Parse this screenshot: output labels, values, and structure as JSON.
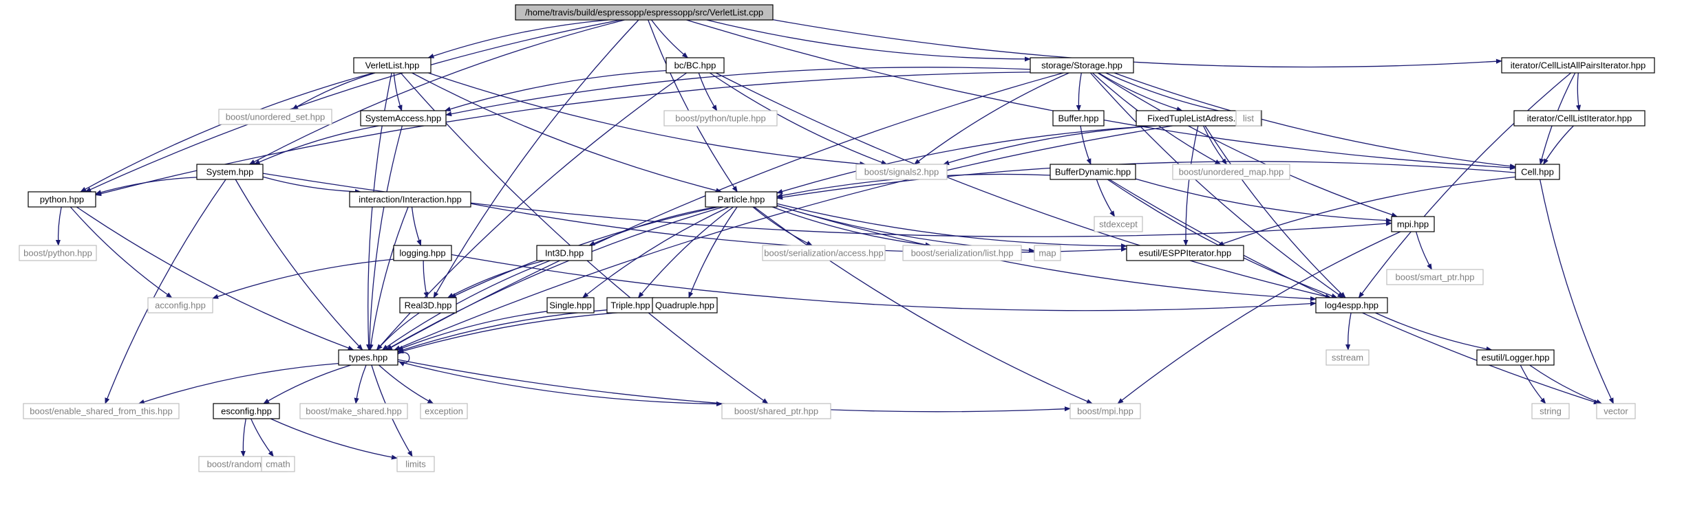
{
  "diagram": {
    "type": "include-dependency-graph",
    "colors": {
      "edge": "#191970",
      "root_fill": "#bfbfbf",
      "documented_border": "#000000",
      "external_border": "#bfbfbf",
      "external_text": "#7f7f7f"
    },
    "nodes": [
      {
        "id": "verletlist_cpp",
        "label": "/home/travis/build/espressopp/espressopp/src/VerletList.cpp",
        "kind": "root"
      },
      {
        "id": "verletlist_hpp",
        "label": "VerletList.hpp",
        "kind": "doc"
      },
      {
        "id": "bc_hpp",
        "label": "bc/BC.hpp",
        "kind": "doc"
      },
      {
        "id": "storage_hpp",
        "label": "storage/Storage.hpp",
        "kind": "doc"
      },
      {
        "id": "cellallpairs_hpp",
        "label": "iterator/CellListAllPairsIterator.hpp",
        "kind": "doc"
      },
      {
        "id": "unordered_set",
        "label": "boost/unordered_set.hpp",
        "kind": "ext"
      },
      {
        "id": "systemaccess_hpp",
        "label": "SystemAccess.hpp",
        "kind": "doc"
      },
      {
        "id": "python_tuple",
        "label": "boost/python/tuple.hpp",
        "kind": "ext"
      },
      {
        "id": "buffer_hpp",
        "label": "Buffer.hpp",
        "kind": "doc"
      },
      {
        "id": "fixedtuple_hpp",
        "label": "FixedTupleListAdress.hpp",
        "kind": "doc"
      },
      {
        "id": "list",
        "label": "list",
        "kind": "ext"
      },
      {
        "id": "celllistiter_hpp",
        "label": "iterator/CellListIterator.hpp",
        "kind": "doc"
      },
      {
        "id": "system_hpp",
        "label": "System.hpp",
        "kind": "doc"
      },
      {
        "id": "signals2",
        "label": "boost/signals2.hpp",
        "kind": "ext"
      },
      {
        "id": "bufferdyn_hpp",
        "label": "BufferDynamic.hpp",
        "kind": "doc"
      },
      {
        "id": "unordered_map",
        "label": "boost/unordered_map.hpp",
        "kind": "ext"
      },
      {
        "id": "cell_hpp",
        "label": "Cell.hpp",
        "kind": "doc"
      },
      {
        "id": "python_hpp",
        "label": "python.hpp",
        "kind": "doc"
      },
      {
        "id": "interaction_hpp",
        "label": "interaction/Interaction.hpp",
        "kind": "doc"
      },
      {
        "id": "particle_hpp",
        "label": "Particle.hpp",
        "kind": "doc"
      },
      {
        "id": "stdexcept",
        "label": "stdexcept",
        "kind": "ext"
      },
      {
        "id": "mpi_hpp",
        "label": "mpi.hpp",
        "kind": "doc"
      },
      {
        "id": "boost_python",
        "label": "boost/python.hpp",
        "kind": "ext"
      },
      {
        "id": "logging_hpp",
        "label": "logging.hpp",
        "kind": "doc"
      },
      {
        "id": "int3d_hpp",
        "label": "Int3D.hpp",
        "kind": "doc"
      },
      {
        "id": "ser_access",
        "label": "boost/serialization/access.hpp",
        "kind": "ext"
      },
      {
        "id": "ser_list",
        "label": "boost/serialization/list.hpp",
        "kind": "ext"
      },
      {
        "id": "map",
        "label": "map",
        "kind": "ext"
      },
      {
        "id": "esppiter_hpp",
        "label": "esutil/ESPPIterator.hpp",
        "kind": "doc"
      },
      {
        "id": "smart_ptr",
        "label": "boost/smart_ptr.hpp",
        "kind": "ext"
      },
      {
        "id": "acconfig_hpp",
        "label": "acconfig.hpp",
        "kind": "ext"
      },
      {
        "id": "real3d_hpp",
        "label": "Real3D.hpp",
        "kind": "doc"
      },
      {
        "id": "single_hpp",
        "label": "Single.hpp",
        "kind": "doc"
      },
      {
        "id": "triple_hpp",
        "label": "Triple.hpp",
        "kind": "doc"
      },
      {
        "id": "quadruple_hpp",
        "label": "Quadruple.hpp",
        "kind": "doc"
      },
      {
        "id": "log4espp_hpp",
        "label": "log4espp.hpp",
        "kind": "doc"
      },
      {
        "id": "types_hpp",
        "label": "types.hpp",
        "kind": "doc"
      },
      {
        "id": "sstream",
        "label": "sstream",
        "kind": "ext"
      },
      {
        "id": "logger_hpp",
        "label": "esutil/Logger.hpp",
        "kind": "doc"
      },
      {
        "id": "enable_shared",
        "label": "boost/enable_shared_from_this.hpp",
        "kind": "ext"
      },
      {
        "id": "esconfig_hpp",
        "label": "esconfig.hpp",
        "kind": "doc"
      },
      {
        "id": "make_shared",
        "label": "boost/make_shared.hpp",
        "kind": "ext"
      },
      {
        "id": "exception",
        "label": "exception",
        "kind": "ext"
      },
      {
        "id": "shared_ptr",
        "label": "boost/shared_ptr.hpp",
        "kind": "ext"
      },
      {
        "id": "boost_mpi",
        "label": "boost/mpi.hpp",
        "kind": "ext"
      },
      {
        "id": "string",
        "label": "string",
        "kind": "ext"
      },
      {
        "id": "vector",
        "label": "vector",
        "kind": "ext"
      },
      {
        "id": "random",
        "label": "boost/random.hpp",
        "kind": "ext"
      },
      {
        "id": "cmath",
        "label": "cmath",
        "kind": "ext"
      },
      {
        "id": "limits",
        "label": "limits",
        "kind": "ext"
      }
    ],
    "edges": [
      [
        "verletlist_cpp",
        "verletlist_hpp"
      ],
      [
        "verletlist_cpp",
        "bc_hpp"
      ],
      [
        "verletlist_cpp",
        "storage_hpp"
      ],
      [
        "verletlist_cpp",
        "cellallpairs_hpp"
      ],
      [
        "verletlist_cpp",
        "python_hpp"
      ],
      [
        "verletlist_cpp",
        "system_hpp"
      ],
      [
        "verletlist_cpp",
        "particle_hpp"
      ],
      [
        "verletlist_cpp",
        "real3d_hpp"
      ],
      [
        "verletlist_cpp",
        "cell_hpp"
      ],
      [
        "verletlist_hpp",
        "unordered_set"
      ],
      [
        "verletlist_hpp",
        "systemaccess_hpp"
      ],
      [
        "verletlist_hpp",
        "python_hpp"
      ],
      [
        "verletlist_hpp",
        "types_hpp"
      ],
      [
        "verletlist_hpp",
        "particle_hpp"
      ],
      [
        "verletlist_hpp",
        "signals2"
      ],
      [
        "verletlist_hpp",
        "shared_ptr"
      ],
      [
        "bc_hpp",
        "systemaccess_hpp"
      ],
      [
        "bc_hpp",
        "python_tuple"
      ],
      [
        "bc_hpp",
        "signals2"
      ],
      [
        "bc_hpp",
        "types_hpp"
      ],
      [
        "bc_hpp",
        "log4espp_hpp"
      ],
      [
        "storage_hpp",
        "systemaccess_hpp"
      ],
      [
        "storage_hpp",
        "buffer_hpp"
      ],
      [
        "storage_hpp",
        "fixedtuple_hpp"
      ],
      [
        "storage_hpp",
        "list"
      ],
      [
        "storage_hpp",
        "signals2"
      ],
      [
        "storage_hpp",
        "unordered_map"
      ],
      [
        "storage_hpp",
        "cell_hpp"
      ],
      [
        "storage_hpp",
        "mpi_hpp"
      ],
      [
        "storage_hpp",
        "log4espp_hpp"
      ],
      [
        "storage_hpp",
        "python_hpp"
      ],
      [
        "storage_hpp",
        "types_hpp"
      ],
      [
        "cellallpairs_hpp",
        "celllistiter_hpp"
      ],
      [
        "cellallpairs_hpp",
        "cell_hpp"
      ],
      [
        "cellallpairs_hpp",
        "log4espp_hpp"
      ],
      [
        "celllistiter_hpp",
        "cell_hpp"
      ],
      [
        "systemaccess_hpp",
        "system_hpp"
      ],
      [
        "systemaccess_hpp",
        "types_hpp"
      ],
      [
        "system_hpp",
        "python_hpp"
      ],
      [
        "system_hpp",
        "interaction_hpp"
      ],
      [
        "system_hpp",
        "mpi_hpp"
      ],
      [
        "system_hpp",
        "types_hpp"
      ],
      [
        "system_hpp",
        "enable_shared"
      ],
      [
        "buffer_hpp",
        "bufferdyn_hpp"
      ],
      [
        "bufferdyn_hpp",
        "particle_hpp"
      ],
      [
        "bufferdyn_hpp",
        "stdexcept"
      ],
      [
        "bufferdyn_hpp",
        "mpi_hpp"
      ],
      [
        "bufferdyn_hpp",
        "vector"
      ],
      [
        "bufferdyn_hpp",
        "log4espp_hpp"
      ],
      [
        "fixedtuple_hpp",
        "particle_hpp"
      ],
      [
        "fixedtuple_hpp",
        "signals2"
      ],
      [
        "fixedtuple_hpp",
        "unordered_map"
      ],
      [
        "fixedtuple_hpp",
        "esppiter_hpp"
      ],
      [
        "fixedtuple_hpp",
        "log4espp_hpp"
      ],
      [
        "fixedtuple_hpp",
        "types_hpp"
      ],
      [
        "cell_hpp",
        "particle_hpp"
      ],
      [
        "cell_hpp",
        "esppiter_hpp"
      ],
      [
        "cell_hpp",
        "vector"
      ],
      [
        "python_hpp",
        "boost_python"
      ],
      [
        "python_hpp",
        "acconfig_hpp"
      ],
      [
        "python_hpp",
        "types_hpp"
      ],
      [
        "interaction_hpp",
        "logging_hpp"
      ],
      [
        "interaction_hpp",
        "types_hpp"
      ],
      [
        "interaction_hpp",
        "esppiter_hpp"
      ],
      [
        "particle_hpp",
        "int3d_hpp"
      ],
      [
        "particle_hpp",
        "ser_access"
      ],
      [
        "particle_hpp",
        "ser_list"
      ],
      [
        "particle_hpp",
        "map"
      ],
      [
        "particle_hpp",
        "esppiter_hpp"
      ],
      [
        "particle_hpp",
        "real3d_hpp"
      ],
      [
        "particle_hpp",
        "single_hpp"
      ],
      [
        "particle_hpp",
        "triple_hpp"
      ],
      [
        "particle_hpp",
        "quadruple_hpp"
      ],
      [
        "particle_hpp",
        "types_hpp"
      ],
      [
        "particle_hpp",
        "boost_mpi"
      ],
      [
        "particle_hpp",
        "log4espp_hpp"
      ],
      [
        "mpi_hpp",
        "smart_ptr"
      ],
      [
        "mpi_hpp",
        "boost_mpi"
      ],
      [
        "logging_hpp",
        "acconfig_hpp"
      ],
      [
        "logging_hpp",
        "log4espp_hpp"
      ],
      [
        "logging_hpp",
        "real3d_hpp"
      ],
      [
        "int3d_hpp",
        "real3d_hpp"
      ],
      [
        "int3d_hpp",
        "types_hpp"
      ],
      [
        "real3d_hpp",
        "types_hpp"
      ],
      [
        "single_hpp",
        "types_hpp"
      ],
      [
        "triple_hpp",
        "types_hpp"
      ],
      [
        "quadruple_hpp",
        "types_hpp"
      ],
      [
        "log4espp_hpp",
        "sstream"
      ],
      [
        "log4espp_hpp",
        "logger_hpp"
      ],
      [
        "logger_hpp",
        "string"
      ],
      [
        "logger_hpp",
        "vector"
      ],
      [
        "types_hpp",
        "types_hpp"
      ],
      [
        "types_hpp",
        "enable_shared"
      ],
      [
        "types_hpp",
        "esconfig_hpp"
      ],
      [
        "types_hpp",
        "make_shared"
      ],
      [
        "types_hpp",
        "exception"
      ],
      [
        "types_hpp",
        "shared_ptr"
      ],
      [
        "types_hpp",
        "boost_mpi"
      ],
      [
        "types_hpp",
        "limits"
      ],
      [
        "esconfig_hpp",
        "random"
      ],
      [
        "esconfig_hpp",
        "cmath"
      ],
      [
        "esconfig_hpp",
        "limits"
      ]
    ]
  }
}
